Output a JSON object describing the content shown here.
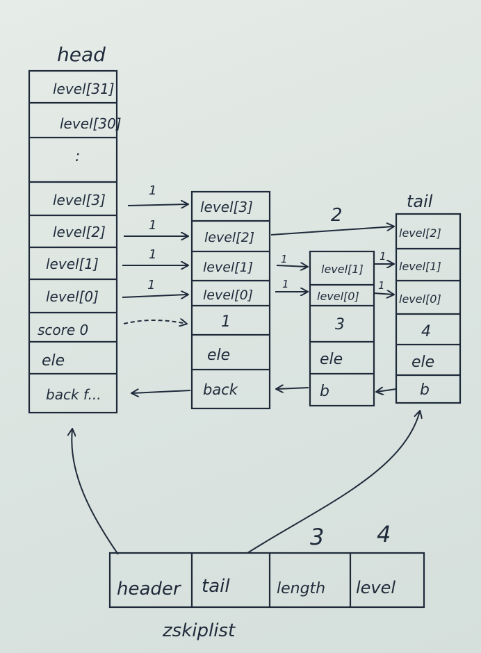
{
  "head": {
    "title": "head",
    "cells": [
      "level[31]",
      "level[30]",
      ":",
      "level[3]",
      "level[2]",
      "level[1]",
      "level[0]",
      "score 0",
      "ele",
      "back f..."
    ]
  },
  "node1": {
    "cells": [
      "level[3]",
      "level[2]",
      "level[1]",
      "level[0]",
      "1",
      "ele",
      "back"
    ]
  },
  "node2": {
    "cells": [
      "level[1]",
      "level[0]",
      "3",
      "ele",
      "b"
    ]
  },
  "tail": {
    "title": "tail",
    "cells": [
      "level[2]",
      "level[1]",
      "level[0]",
      "4",
      "ele",
      "b"
    ]
  },
  "spans": {
    "head_l3": "1",
    "head_l2": "1",
    "head_l1": "1",
    "head_l0": "1",
    "n1_l2": "2",
    "n1_l1": "1",
    "n1_l0": "1",
    "n2_l1": "1",
    "n2_l0": "1"
  },
  "zskiplist": {
    "name": "zskiplist",
    "fields": [
      "header",
      "tail",
      "length",
      "level"
    ],
    "length_value": "3",
    "level_value": "4"
  }
}
